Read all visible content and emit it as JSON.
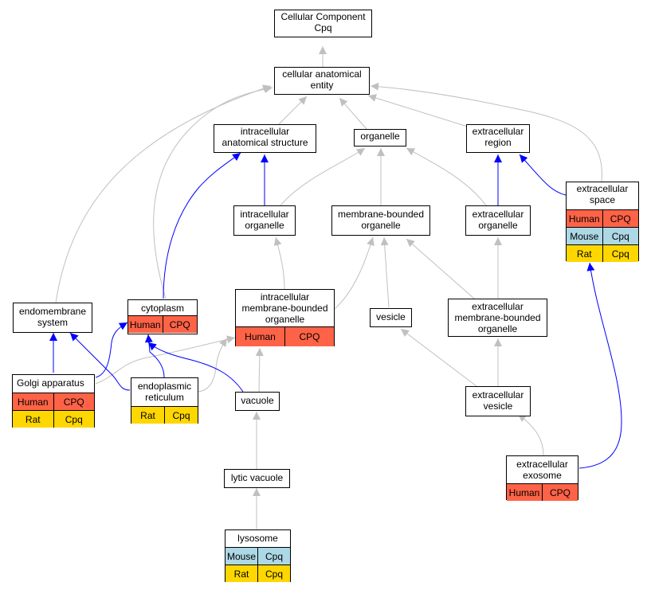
{
  "colors": {
    "human": "#ff6347",
    "mouse": "#add8e6",
    "rat": "#ffd700",
    "edge_gray": "#c0c0c0",
    "edge_blue": "#0000ff"
  },
  "nodes": {
    "cellular_component": {
      "title": "Cellular Component\nCpq"
    },
    "cellular_anatomical_entity": {
      "title": "cellular anatomical\nentity"
    },
    "intracellular_anatomical_structure": {
      "title": "intracellular\nanatomical structure"
    },
    "organelle": {
      "title": "organelle"
    },
    "extracellular_region": {
      "title": "extracellular\nregion"
    },
    "extracellular_space": {
      "title": "extracellular\nspace",
      "rows": [
        {
          "species": "Human",
          "gene": "CPQ"
        },
        {
          "species": "Mouse",
          "gene": "Cpq"
        },
        {
          "species": "Rat",
          "gene": "Cpq"
        }
      ]
    },
    "intracellular_organelle": {
      "title": "intracellular\norganelle"
    },
    "membrane_bounded_organelle": {
      "title": "membrane-bounded\norganelle"
    },
    "extracellular_organelle": {
      "title": "extracellular\norganelle"
    },
    "endomembrane_system": {
      "title": "endomembrane\nsystem"
    },
    "cytoplasm": {
      "title": "cytoplasm",
      "rows": [
        {
          "species": "Human",
          "gene": "CPQ"
        }
      ]
    },
    "intracellular_mbo": {
      "title": "intracellular\nmembrane-bounded\norganelle",
      "rows": [
        {
          "species": "Human",
          "gene": "CPQ"
        }
      ]
    },
    "vesicle": {
      "title": "vesicle"
    },
    "extracellular_mbo": {
      "title": "extracellular\nmembrane-bounded\norganelle"
    },
    "golgi_apparatus": {
      "title": "Golgi apparatus",
      "rows": [
        {
          "species": "Human",
          "gene": "CPQ"
        },
        {
          "species": "Rat",
          "gene": "Cpq"
        }
      ]
    },
    "endoplasmic_reticulum": {
      "title": "endoplasmic\nreticulum",
      "rows": [
        {
          "species": "Rat",
          "gene": "Cpq"
        }
      ]
    },
    "vacuole": {
      "title": "vacuole"
    },
    "extracellular_vesicle": {
      "title": "extracellular\nvesicle"
    },
    "extracellular_exosome": {
      "title": "extracellular\nexosome",
      "rows": [
        {
          "species": "Human",
          "gene": "CPQ"
        }
      ]
    },
    "lytic_vacuole": {
      "title": "lytic vacuole"
    },
    "lysosome": {
      "title": "lysosome",
      "rows": [
        {
          "species": "Mouse",
          "gene": "Cpq"
        },
        {
          "species": "Rat",
          "gene": "Cpq"
        }
      ]
    }
  },
  "edges": [
    {
      "from": "cellular_anatomical_entity",
      "to": "cellular_component",
      "type": "is_a"
    },
    {
      "from": "intracellular_anatomical_structure",
      "to": "cellular_anatomical_entity",
      "type": "is_a"
    },
    {
      "from": "organelle",
      "to": "cellular_anatomical_entity",
      "type": "is_a"
    },
    {
      "from": "extracellular_region",
      "to": "cellular_anatomical_entity",
      "type": "is_a"
    },
    {
      "from": "extracellular_space",
      "to": "cellular_anatomical_entity",
      "type": "is_a"
    },
    {
      "from": "endomembrane_system",
      "to": "cellular_anatomical_entity",
      "type": "is_a"
    },
    {
      "from": "cytoplasm",
      "to": "cellular_anatomical_entity",
      "type": "is_a"
    },
    {
      "from": "extracellular_space",
      "to": "extracellular_region",
      "type": "part_of"
    },
    {
      "from": "intracellular_organelle",
      "to": "intracellular_anatomical_structure",
      "type": "part_of"
    },
    {
      "from": "intracellular_organelle",
      "to": "organelle",
      "type": "is_a"
    },
    {
      "from": "membrane_bounded_organelle",
      "to": "organelle",
      "type": "is_a"
    },
    {
      "from": "extracellular_organelle",
      "to": "organelle",
      "type": "is_a"
    },
    {
      "from": "extracellular_organelle",
      "to": "extracellular_region",
      "type": "part_of"
    },
    {
      "from": "cytoplasm",
      "to": "intracellular_anatomical_structure",
      "type": "part_of"
    },
    {
      "from": "intracellular_mbo",
      "to": "intracellular_organelle",
      "type": "is_a"
    },
    {
      "from": "intracellular_mbo",
      "to": "membrane_bounded_organelle",
      "type": "is_a"
    },
    {
      "from": "vesicle",
      "to": "membrane_bounded_organelle",
      "type": "is_a"
    },
    {
      "from": "extracellular_mbo",
      "to": "membrane_bounded_organelle",
      "type": "is_a"
    },
    {
      "from": "extracellular_mbo",
      "to": "extracellular_organelle",
      "type": "is_a"
    },
    {
      "from": "golgi_apparatus",
      "to": "endomembrane_system",
      "type": "part_of"
    },
    {
      "from": "golgi_apparatus",
      "to": "cytoplasm",
      "type": "part_of"
    },
    {
      "from": "golgi_apparatus",
      "to": "intracellular_mbo",
      "type": "is_a"
    },
    {
      "from": "endoplasmic_reticulum",
      "to": "endomembrane_system",
      "type": "part_of"
    },
    {
      "from": "endoplasmic_reticulum",
      "to": "cytoplasm",
      "type": "part_of"
    },
    {
      "from": "endoplasmic_reticulum",
      "to": "intracellular_mbo",
      "type": "is_a"
    },
    {
      "from": "vacuole",
      "to": "cytoplasm",
      "type": "part_of"
    },
    {
      "from": "vacuole",
      "to": "intracellular_mbo",
      "type": "is_a"
    },
    {
      "from": "extracellular_vesicle",
      "to": "vesicle",
      "type": "is_a"
    },
    {
      "from": "extracellular_vesicle",
      "to": "extracellular_mbo",
      "type": "is_a"
    },
    {
      "from": "extracellular_exosome",
      "to": "extracellular_vesicle",
      "type": "is_a"
    },
    {
      "from": "extracellular_exosome",
      "to": "extracellular_space",
      "type": "part_of"
    },
    {
      "from": "lytic_vacuole",
      "to": "vacuole",
      "type": "is_a"
    },
    {
      "from": "lysosome",
      "to": "lytic_vacuole",
      "type": "is_a"
    }
  ]
}
